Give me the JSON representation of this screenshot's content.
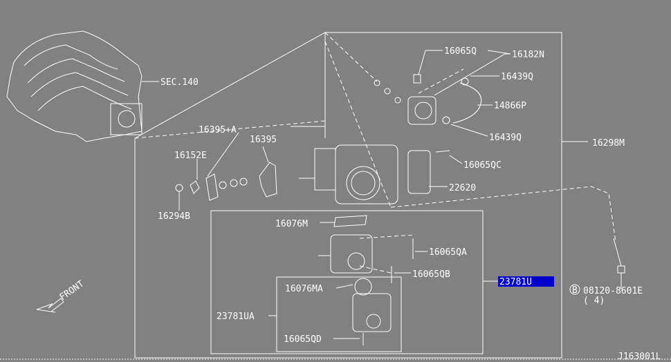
{
  "labels": {
    "sec": "SEC.140",
    "p16065Q": "16065Q",
    "p16182N": "16182N",
    "p16439Q_top": "16439Q",
    "p14866P": "14866P",
    "p16439Q_bot": "16439Q",
    "p16298M": "16298M",
    "p16395A": "16395+A",
    "p16152E": "16152E",
    "p16395": "16395",
    "p16065QC": "16065QC",
    "p22620": "22620",
    "p16294B": "16294B",
    "p16076M": "16076M",
    "p16065QA": "16065QA",
    "p16065QB": "16065QB",
    "p23781U": "23781U",
    "bolt": "08120-8601E",
    "bolt_circle": "B",
    "bolt_qty": "( 4)",
    "p16076MA": "16076MA",
    "p23781UA": "23781UA",
    "p16065QD": "16065QD",
    "front": "FRONT",
    "code": "J163001L"
  },
  "colors": {
    "background": "#818181",
    "line": "#ffffff",
    "highlight": "#0000cc"
  },
  "selected_part": "23781U"
}
